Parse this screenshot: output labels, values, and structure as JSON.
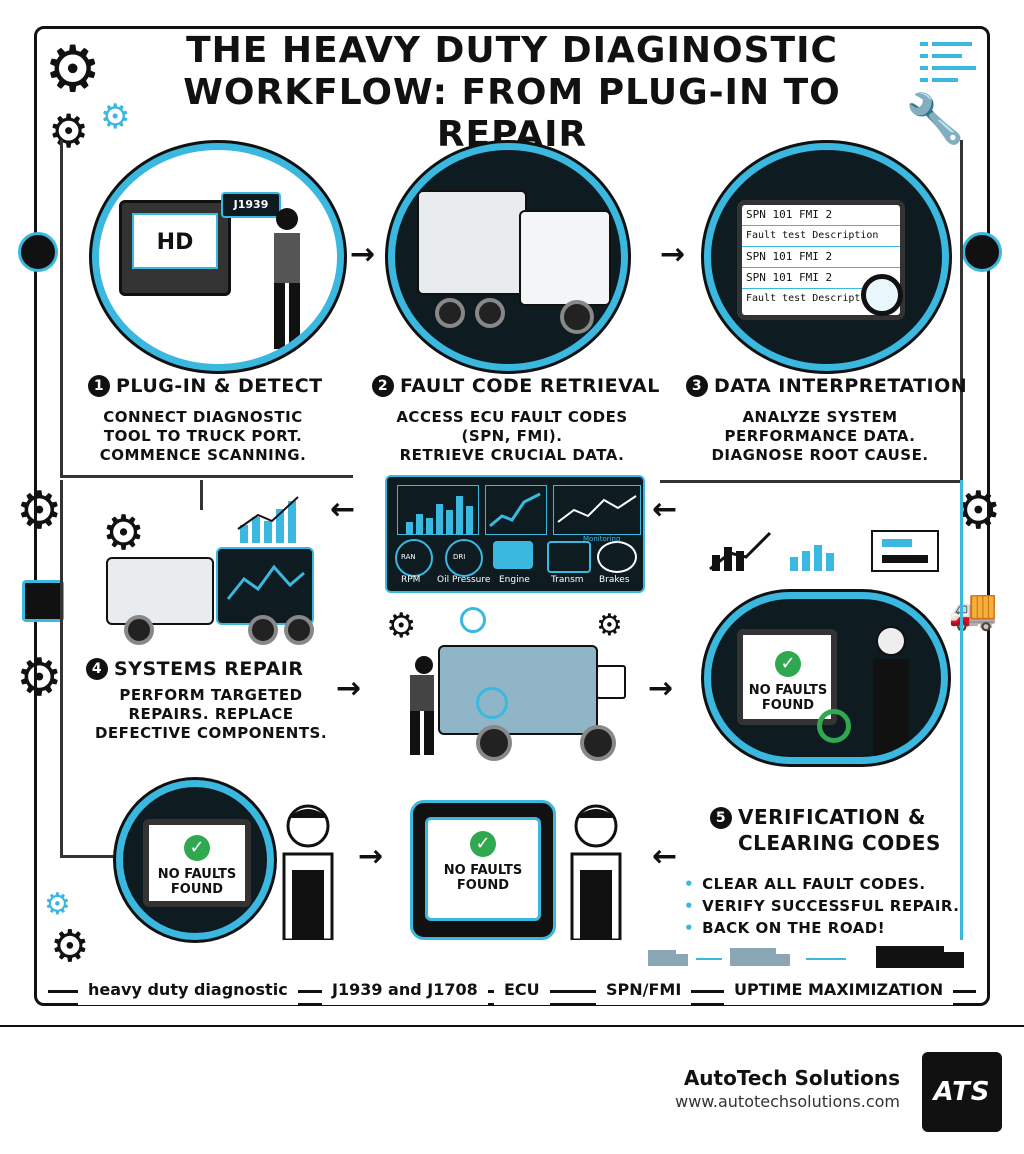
{
  "title_line1": "THE HEAVY DUTY DIAGINOSTIC",
  "title_line2": "WORKFLOW: FROM PLUG-IN TO REPAIR",
  "steps": [
    {
      "num": "1",
      "heading": "PLUG-IN & DETECT",
      "body": [
        "CONNECT DIAGNOSTIC",
        "TOOL TO TRUCK PORT.",
        "COMMENCE SCANNING."
      ]
    },
    {
      "num": "2",
      "heading": "FAULT CODE RETRIEVAL",
      "body": [
        "ACCESS ECU FAULT CODES",
        "(SPN, FMI).",
        "RETRIEVE CRUCIAL DATA."
      ]
    },
    {
      "num": "3",
      "heading": "DATA INTERPRETATION",
      "body": [
        "ANALYZE SYSTEM",
        "PERFORMANCE DATA.",
        "DIAGNOSE ROOT CAUSE."
      ]
    },
    {
      "num": "4",
      "heading": "SYSTEMS REPAIR",
      "body": [
        "PERFORM TARGETED",
        "REPAIRS. REPLACE",
        "DEFECTIVE COMPONENTS."
      ]
    },
    {
      "num": "5",
      "heading_line1": "VERIFICATION &",
      "heading_line2": "CLEARING CODES",
      "bullets": [
        "CLEAR ALL FAULT CODES.",
        "VERIFY SUCCESSFUL REPAIR.",
        "BACK ON THE ROAD!"
      ]
    }
  ],
  "laptop_screen": "HD",
  "protocol_chip": "J1939",
  "fault_list": [
    "SPN 101  FMI 2",
    "Fault test Description",
    "SPN 101  FMI 2",
    "SPN 101  FMI 2",
    "Fault test Descript"
  ],
  "dashboard": {
    "gauges": [
      "RPM",
      "Oil Pressure",
      "Engine",
      "Transm",
      "Brakes"
    ],
    "gauge_top": [
      "RAN",
      "DRI"
    ],
    "panel_label": "Monitoring"
  },
  "no_faults": [
    "NO FAULTS",
    "FOUND"
  ],
  "tags": [
    "heavy duty diagnostic",
    "J1939 and J1708",
    "ECU",
    "SPN/FMI",
    "UPTIME MAXIMIZATION"
  ],
  "brand": {
    "name": "AutoTech Solutions",
    "url": "www.autotechsolutions.com",
    "logo": "ATS"
  },
  "colors": {
    "accent": "#3ab8e0",
    "dark": "#0e1c22",
    "success": "#2fa84f"
  },
  "icons": [
    "gear-icon",
    "wrench-icon",
    "truck-icon",
    "magnifier-icon",
    "checkmark-icon",
    "chart-icon",
    "refresh-icon"
  ]
}
